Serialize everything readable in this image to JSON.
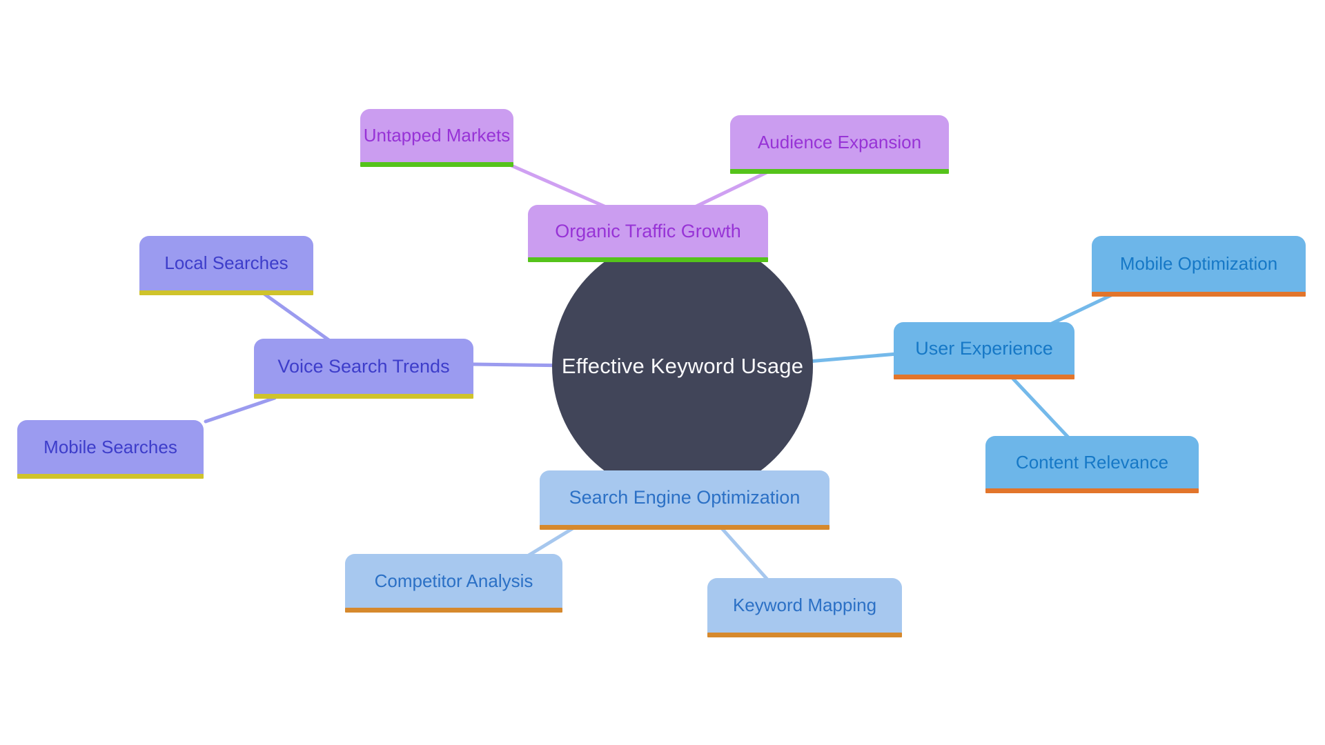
{
  "diagram": {
    "background": "#ffffff",
    "center": {
      "label": "Effective Keyword Usage",
      "fill": "#414559",
      "text_color": "#fafafc"
    },
    "branches": [
      {
        "name": "organic-traffic-growth",
        "fill": "#cb9df0",
        "text_color": "#9733d6",
        "underline_color": "#55c31b",
        "link_color": "#cfa0f2",
        "root": {
          "label": "Organic Traffic Growth"
        },
        "children": [
          {
            "label": "Untapped Markets"
          },
          {
            "label": "Audience Expansion"
          }
        ]
      },
      {
        "name": "voice-search-trends",
        "fill": "#9b9bf0",
        "text_color": "#3d3dca",
        "underline_color": "#cfc32b",
        "link_color": "#9b9bef",
        "root": {
          "label": "Voice Search Trends"
        },
        "children": [
          {
            "label": "Local Searches"
          },
          {
            "label": "Mobile Searches"
          }
        ]
      },
      {
        "name": "user-experience",
        "fill": "#6db6e9",
        "text_color": "#1678c6",
        "underline_color": "#e2752b",
        "link_color": "#74b9ea",
        "root": {
          "label": "User Experience"
        },
        "children": [
          {
            "label": "Mobile Optimization"
          },
          {
            "label": "Content Relevance"
          }
        ]
      },
      {
        "name": "search-engine-optimization",
        "fill": "#a7c8ef",
        "text_color": "#2b70c5",
        "underline_color": "#d6892d",
        "link_color": "#a6c7ee",
        "root": {
          "label": "Search Engine Optimization"
        },
        "children": [
          {
            "label": "Competitor Analysis"
          },
          {
            "label": "Keyword Mapping"
          }
        ]
      }
    ]
  }
}
